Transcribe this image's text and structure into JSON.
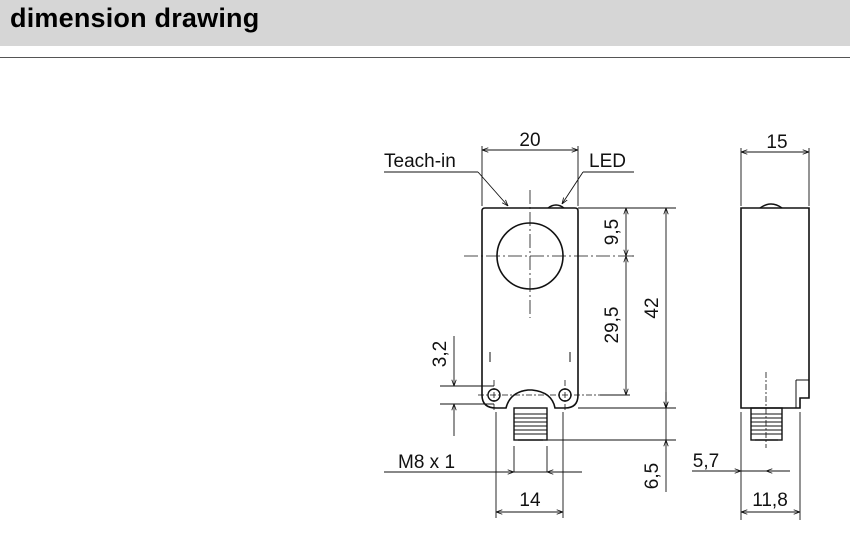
{
  "header": {
    "title": "dimension drawing"
  },
  "labels": {
    "teach_in": "Teach-in",
    "led": "LED",
    "thread": "M8 x 1"
  },
  "dimensions": {
    "top_width": "20",
    "side_depth": "15",
    "lens_offset": "9,5",
    "lens_to_hole": "29,5",
    "total_height": "42",
    "hole_offset": "3,2",
    "connector_length": "6,5",
    "connector_width": "14",
    "connector_offset_side": "5,7",
    "side_bottom_width": "11,8"
  }
}
